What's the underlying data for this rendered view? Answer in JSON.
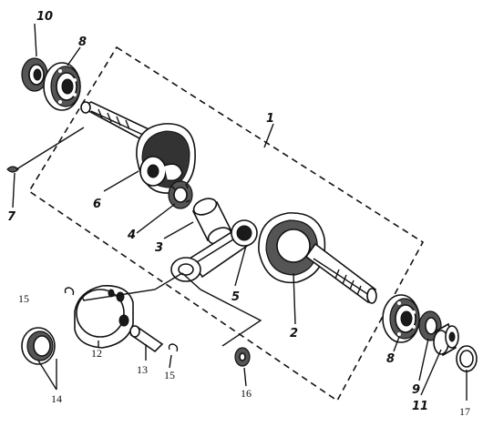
{
  "labels": {
    "l1": "1",
    "l2": "2",
    "l3": "3",
    "l4": "4",
    "l5": "5",
    "l6": "6",
    "l7": "7",
    "l8a": "8",
    "l8b": "8",
    "l9": "9",
    "l10": "10",
    "l11": "11",
    "l12": "12",
    "l13": "13",
    "l14": "14",
    "l15a": "15",
    "l15b": "15",
    "l16": "16",
    "l17": "17"
  }
}
